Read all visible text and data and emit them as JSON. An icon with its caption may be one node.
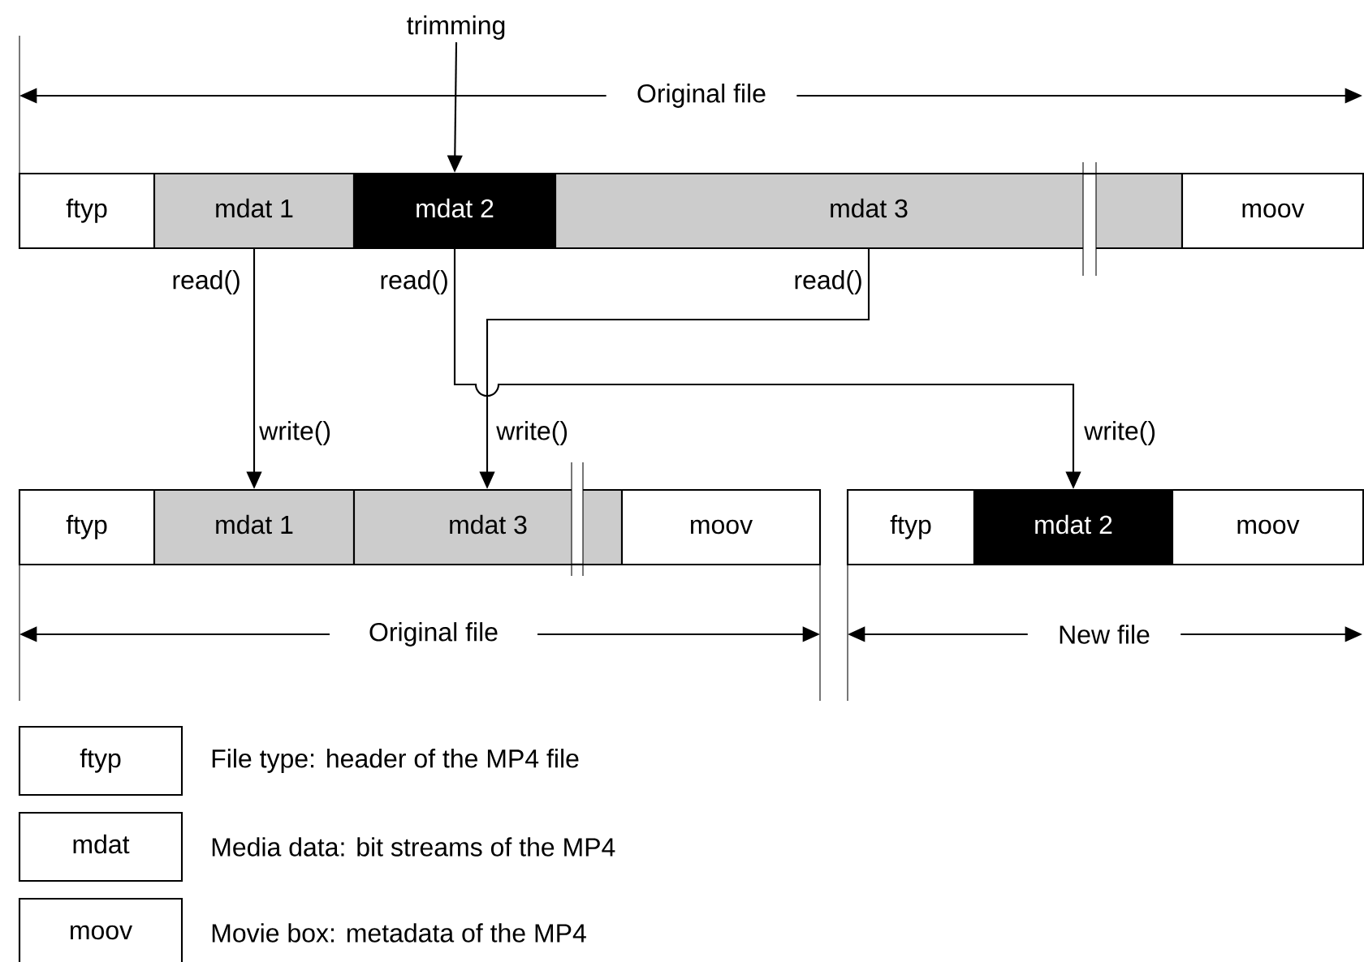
{
  "diagram": {
    "nodes": [
      {
        "text": [
          "trimming"
        ]
      },
      {
        "text": [
          "ftyp"
        ]
      },
      {
        "text": [
          "mdat 1"
        ]
      },
      {
        "text": [
          "mdat 2"
        ]
      },
      {
        "text": [
          "mdat 3"
        ]
      },
      {
        "text": [
          "moov"
        ]
      },
      {
        "text": [
          "ftyp"
        ]
      },
      {
        "text": [
          "mdat 1"
        ]
      },
      {
        "text": [
          "mdat 3"
        ]
      },
      {
        "text": [
          "moov"
        ]
      },
      {
        "text": [
          "ftyp"
        ]
      },
      {
        "text": [
          "mdat 2"
        ]
      },
      {
        "text": [
          "moov"
        ]
      },
      {
        "text": [
          "ftyp"
        ],
        "beside": [
          "File type: header of the MP4 file"
        ]
      },
      {
        "text": [
          "mdat"
        ],
        "beside": [
          "Media data: bit streams of the MP4"
        ]
      },
      {
        "text": [
          "moov"
        ],
        "beside": [
          "Movie box: metadata of the MP4"
        ]
      }
    ],
    "edges": [
      {
        "from": 0,
        "to": 3,
        "arrow": "to"
      },
      {
        "from": 2,
        "to": 7,
        "arrow": "to"
      },
      {
        "from": 3,
        "to": 11,
        "arrow": "to"
      },
      {
        "from": 4,
        "to": 8,
        "arrow": "to"
      }
    ],
    "labels": [
      "Original file",
      "read()",
      "read()",
      "read()",
      "write()",
      "write()",
      "write()",
      "Original file",
      "New file"
    ]
  }
}
